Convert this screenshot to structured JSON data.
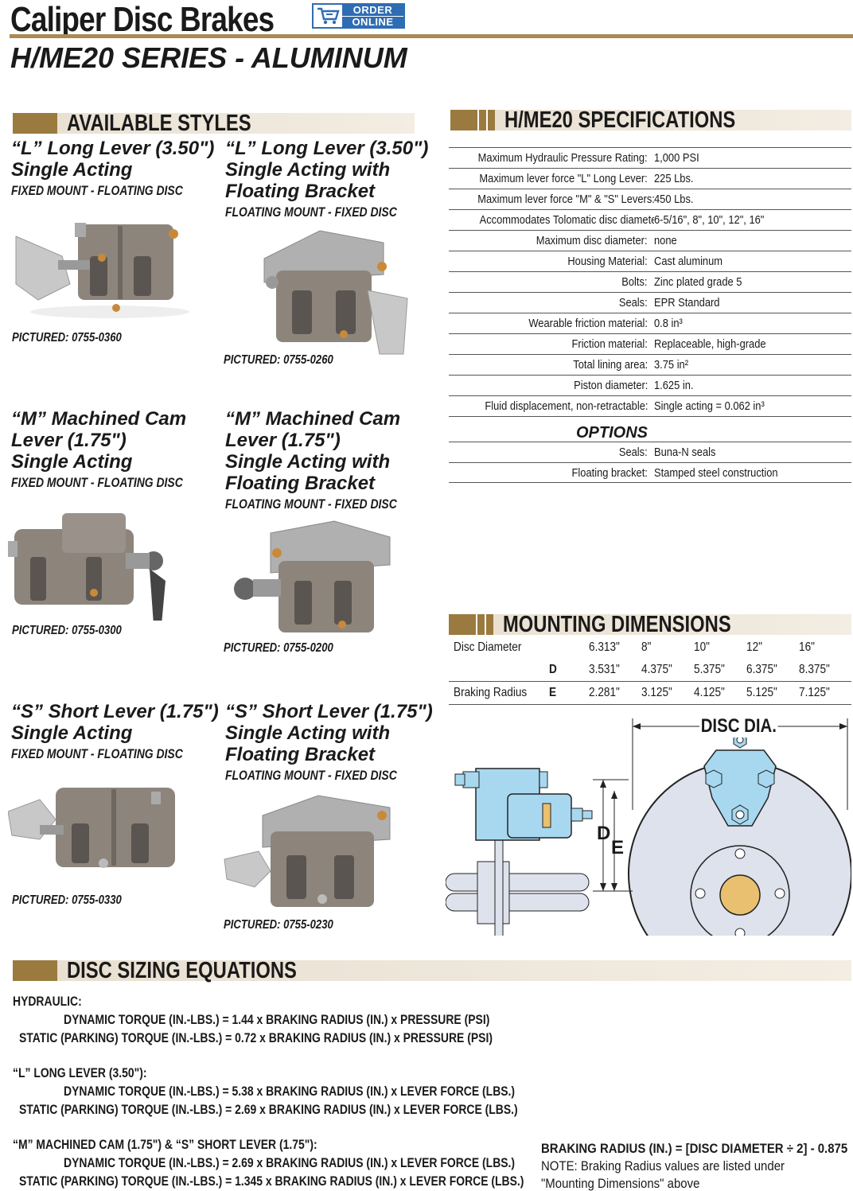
{
  "header": {
    "title": "Caliper Disc Brakes",
    "order_line1": "ORDER",
    "order_line2": "ONLINE",
    "subtitle": "H/ME20 SERIES - ALUMINUM"
  },
  "sections": {
    "styles": "AVAILABLE STYLES",
    "specs": "H/ME20 SPECIFICATIONS",
    "mounting": "MOUNTING DIMENSIONS",
    "equations": "DISC SIZING EQUATIONS"
  },
  "styles": [
    {
      "line1": "“L” Long Lever (3.50\")",
      "line2": "Single Acting",
      "line3": "",
      "mount": "FIXED MOUNT - FLOATING DISC",
      "pictured": "PICTURED: 0755-0360"
    },
    {
      "line1": "“L” Long Lever (3.50\")",
      "line2": "Single Acting with",
      "line3": "Floating Bracket",
      "mount": "FLOATING MOUNT - FIXED DISC",
      "pictured": "PICTURED: 0755-0260"
    },
    {
      "line1": "“M” Machined Cam",
      "line2": "Lever (1.75\")",
      "line3": "Single Acting",
      "mount": "FIXED MOUNT - FLOATING DISC",
      "pictured": "PICTURED: 0755-0300"
    },
    {
      "line1": "“M” Machined Cam",
      "line2": "Lever (1.75\")",
      "line3": "Single Acting with",
      "line4": "Floating Bracket",
      "mount": "FLOATING MOUNT - FIXED DISC",
      "pictured": "PICTURED: 0755-0200"
    },
    {
      "line1": "“S” Short Lever (1.75\")",
      "line2": "Single Acting",
      "line3": "",
      "mount": "FIXED MOUNT - FLOATING DISC",
      "pictured": "PICTURED: 0755-0330"
    },
    {
      "line1": "“S” Short Lever (1.75\")",
      "line2": "Single Acting with",
      "line3": "Floating Bracket",
      "mount": "FLOATING MOUNT - FIXED DISC",
      "pictured": "PICTURED: 0755-0230"
    }
  ],
  "specs": [
    {
      "k": "Maximum Hydraulic Pressure Rating:",
      "v": "1,000 PSI"
    },
    {
      "k": "Maximum lever force \"L\" Long Lever:",
      "v": "225 Lbs."
    },
    {
      "k": "Maximum lever force \"M\" & \"S\" Levers:",
      "v": "450 Lbs."
    },
    {
      "k": "Accommodates Tolomatic disc diameters:",
      "v": "6-5/16\",  8\",  10\", 12\", 16\""
    },
    {
      "k": "Maximum disc diameter:",
      "v": "none"
    },
    {
      "k": "Housing Material:",
      "v": "Cast aluminum"
    },
    {
      "k": "Bolts:",
      "v": "Zinc plated grade 5"
    },
    {
      "k": "Seals:",
      "v": "EPR Standard"
    },
    {
      "k": "Wearable friction material:",
      "v": "0.8 in³"
    },
    {
      "k": "Friction material:",
      "v": "Replaceable, high-grade"
    },
    {
      "k": "Total lining area:",
      "v": "3.75 in²"
    },
    {
      "k": "Piston diameter:",
      "v": "1.625 in."
    },
    {
      "k": "Fluid displacement, non-retractable:",
      "v": "Single acting = 0.062 in³"
    }
  ],
  "options_label": "OPTIONS",
  "options": [
    {
      "k": "Seals:",
      "v": "Buna-N seals"
    },
    {
      "k": "Floating bracket:",
      "v": "Stamped steel construction"
    }
  ],
  "mounting": {
    "disc_label": "Disc Diameter",
    "diameters": [
      "6.313\"",
      "8\"",
      "10\"",
      "12\"",
      "16\""
    ],
    "d_letter": "D",
    "d_values": [
      "3.531\"",
      "4.375\"",
      "5.375\"",
      "6.375\"",
      "8.375\""
    ],
    "e_label": "Braking Radius",
    "e_letter": "E",
    "e_values": [
      "2.281\"",
      "3.125\"",
      "4.125\"",
      "5.125\"",
      "7.125\""
    ],
    "diagram_label": "DISC DIA.",
    "diagram_d": "D",
    "diagram_e": "E"
  },
  "equations": {
    "hydraulic": "HYDRAULIC:",
    "h1": "DYNAMIC TORQUE (IN.-LBS.) =  1.44 x BRAKING RADIUS (IN.) x PRESSURE (PSI)",
    "h2": "STATIC (PARKING) TORQUE (IN.-LBS.) =  0.72 x BRAKING RADIUS (IN.) x PRESSURE (PSI)",
    "long": "“L” LONG LEVER (3.50\"):",
    "l1": "DYNAMIC TORQUE (IN.-LBS.) =  5.38 x BRAKING RADIUS (IN.) x LEVER FORCE (LBS.)",
    "l2": "STATIC (PARKING) TORQUE (IN.-LBS.) =  2.69 x BRAKING RADIUS (IN.) x LEVER FORCE (LBS.)",
    "ms": "“M” MACHINED CAM (1.75\") & “S” SHORT LEVER (1.75\"):",
    "m1": "DYNAMIC TORQUE (IN.-LBS.) =  2.69 x BRAKING RADIUS (IN.) x LEVER FORCE (LBS.)",
    "m2": "STATIC (PARKING) TORQUE (IN.-LBS.) =  1.345 x BRAKING RADIUS (IN.) x LEVER FORCE (LBS.)"
  },
  "note": {
    "formula": "BRAKING RADIUS (IN.) = [DISC DIAMETER ÷ 2] - 0.875",
    "line1": "NOTE: Braking Radius values are listed under",
    "line2": "\"Mounting Dimensions\" above"
  },
  "colors": {
    "accent": "#9a7a3e",
    "badge_blue": "#2f6db3",
    "diagram_blue": "#a8d8f0"
  }
}
